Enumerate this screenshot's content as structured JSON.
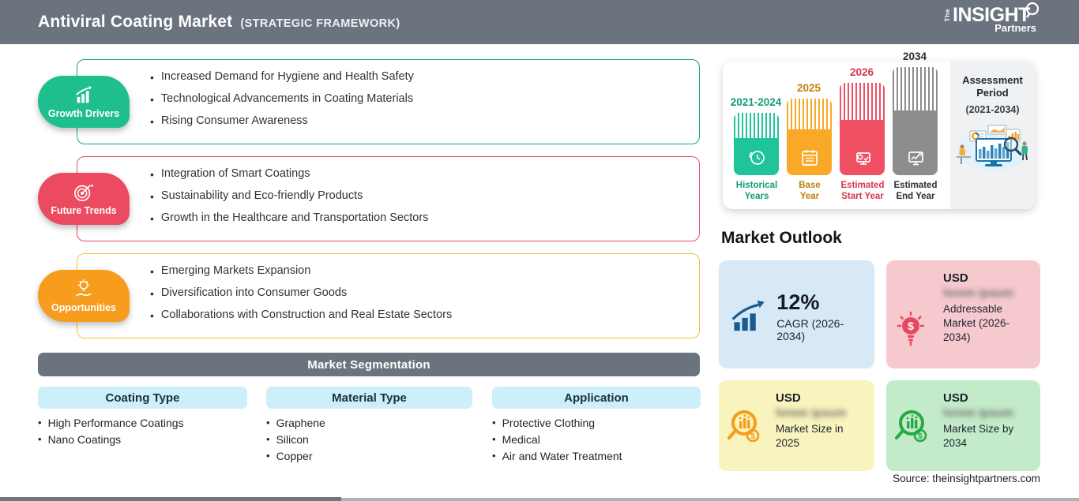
{
  "header": {
    "title": "Antiviral Coating Market",
    "subtitle": "(STRATEGIC FRAMEWORK)",
    "logo": {
      "prefix": "The",
      "name": "INSIGHT",
      "suffix": "Partners"
    }
  },
  "colors": {
    "header_bg": "#6b737e",
    "segmentation_bar_bg": "#6b737e",
    "column_header_bg": "#cdeff9"
  },
  "sections": [
    {
      "label": "Growth Drivers",
      "badge_color": "#1fbe8f",
      "border_color": "#17a589",
      "icon": "growth-chart-icon",
      "bullets": [
        "Increased Demand for Hygiene and Health Safety",
        "Technological Advancements in Coating Materials",
        "Rising Consumer Awareness"
      ]
    },
    {
      "label": "Future Trends",
      "badge_color": "#eb4a60",
      "border_color": "#ea4b61",
      "icon": "target-arrow-icon",
      "bullets": [
        "Integration of Smart Coatings",
        "Sustainability and Eco-friendly Products",
        "Growth in the Healthcare and Transportation Sectors"
      ]
    },
    {
      "label": "Opportunities",
      "badge_color": "#f79c1d",
      "border_color": "#eec33f",
      "icon": "bulb-hand-icon",
      "bullets": [
        "Emerging Markets Expansion",
        "Diversification into Consumer Goods",
        "Collaborations with Construction and Real Estate Sectors"
      ]
    }
  ],
  "segmentation": {
    "title": "Market Segmentation",
    "columns": [
      {
        "label": "Coating Type",
        "items": [
          "High Performance Coatings",
          "Nano Coatings"
        ]
      },
      {
        "label": "Material Type",
        "items": [
          "Graphene",
          "Silicon",
          "Copper"
        ]
      },
      {
        "label": "Application",
        "items": [
          "Protective Clothing",
          "Medical",
          "Air and Water Treatment"
        ]
      }
    ]
  },
  "timeline": {
    "bars": [
      {
        "year": "2021-2024",
        "label_line1": "Historical",
        "label_line2": "Years",
        "color": "#1fc49b",
        "text_color": "#0f9c79",
        "icon": "clock-history-icon"
      },
      {
        "year": "2025",
        "label_line1": "Base",
        "label_line2": "Year",
        "color": "#f9a827",
        "text_color": "#c08109",
        "icon": "calendar-icon"
      },
      {
        "year": "2026",
        "label_line1": "Estimated",
        "label_line2": "Start Year",
        "color": "#ef5064",
        "text_color": "#d6364c",
        "icon": "computer-gear-icon"
      },
      {
        "year": "2034",
        "label_line1": "Estimated",
        "label_line2": "End Year",
        "color": "#8d8d8d",
        "text_color": "#2e2e2e",
        "icon": "monitor-chart-icon"
      }
    ],
    "assessment": {
      "title_line1": "Assessment",
      "title_line2": "Period",
      "range": "(2021-2034)"
    }
  },
  "outlook": {
    "heading": "Market Outlook",
    "cards": [
      {
        "bg": "#d6e9f5",
        "icon": "cagr-bars-arrow-icon",
        "value": "12%",
        "label": "CAGR (2026-2034)"
      },
      {
        "bg": "#f6c9cf",
        "icon": "bulb-dollar-icon",
        "currency": "USD",
        "value_blurred": "lorem ipsum",
        "label": "Addressable Market (2026-2034)"
      },
      {
        "bg": "#f9f3bd",
        "icon": "magnifier-chart-orange-icon",
        "currency": "USD",
        "value_blurred": "lorem ipsum",
        "label": "Market Size in 2025"
      },
      {
        "bg": "#c3ebc9",
        "icon": "magnifier-chart-green-icon",
        "currency": "USD",
        "value_blurred": "lorem ipsum",
        "label": "Market Size by 2034"
      }
    ],
    "source": "Source: theinsightpartners.com"
  }
}
